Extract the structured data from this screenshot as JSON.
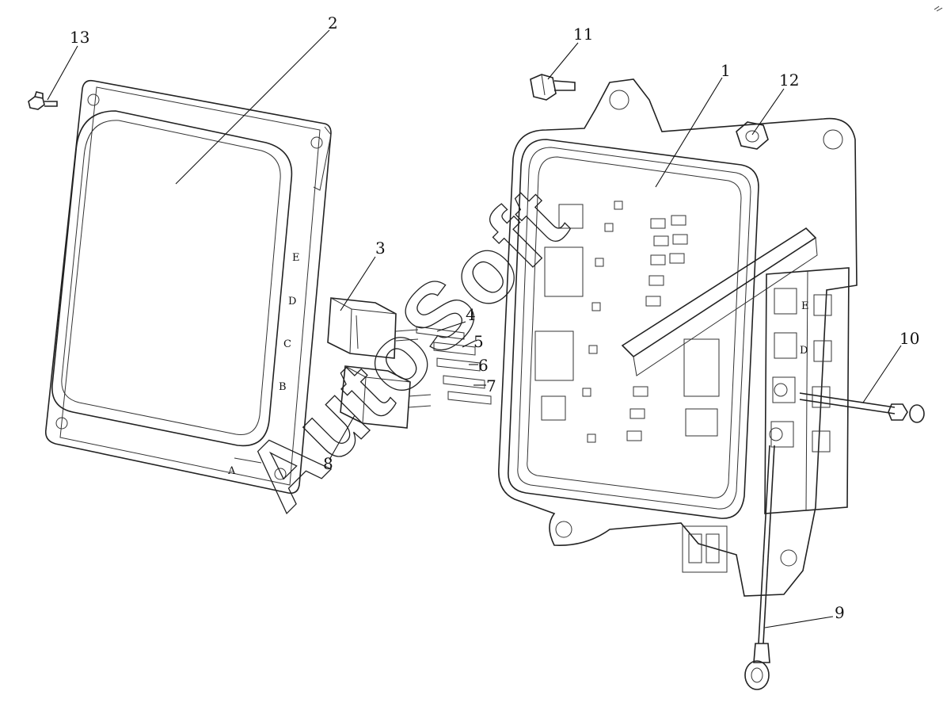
{
  "callouts": {
    "c1": "1",
    "c2": "2",
    "c3": "3",
    "c4": "4",
    "c5": "5",
    "c6": "6",
    "c7": "7",
    "c8": "8",
    "c9": "9",
    "c10": "10",
    "c11": "11",
    "c12": "12",
    "c13": "13"
  },
  "cover_terminal_letters": [
    "E",
    "D",
    "C",
    "B",
    "A"
  ],
  "box_terminal_letters": [
    "E",
    "D"
  ],
  "watermark": "AutoSoft"
}
